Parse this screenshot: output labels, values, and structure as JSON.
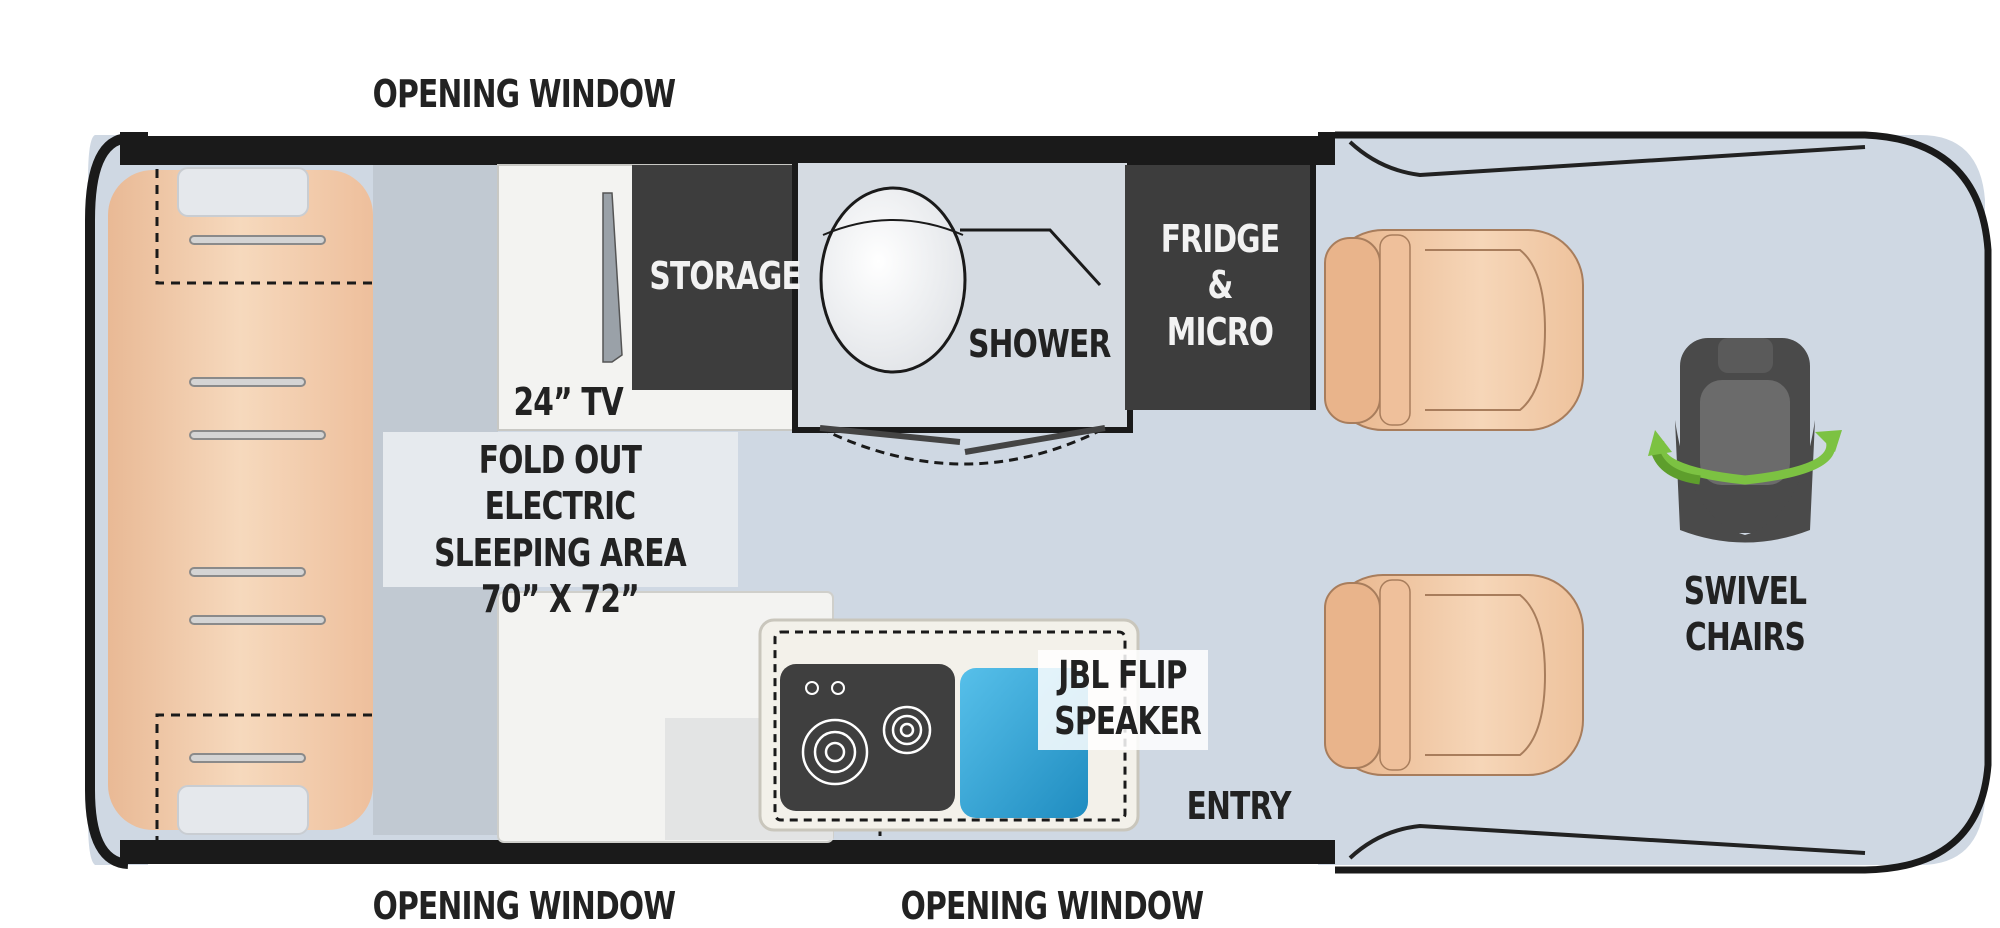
{
  "labels": {
    "window_top": "OPENING WINDOW",
    "window_bottom_left": "OPENING WINDOW",
    "window_bottom_right": "OPENING WINDOW",
    "storage": "STORAGE",
    "tv": "24” TV",
    "shower": "SHOWER",
    "fridge_line1": "FRIDGE",
    "fridge_line2": "&",
    "fridge_line3": "MICRO",
    "sleeping_line1": "FOLD OUT ELECTRIC",
    "sleeping_line2": "SLEEPING AREA",
    "sleeping_line3": "70” X 72”",
    "speaker_line1": "JBL FLIP",
    "speaker_line2": "SPEAKER",
    "entry": "ENTRY",
    "swivel_line1": "SWIVEL",
    "swivel_line2": "CHAIRS"
  },
  "icons": [
    "cooktop-icon",
    "sink-icon",
    "toilet-icon",
    "swivel-seat-icon",
    "captain-chair-icon"
  ],
  "colors": {
    "floor": "#cfd8e3",
    "wall": "#1a1a1a",
    "dark_cabinet": "#3d3d3d",
    "bed": "#f0cba8",
    "seat": "#f1c9a3",
    "counter": "#f3f1ea",
    "sink": "#3aa6d8",
    "swivel_arrow": "#7cc242"
  }
}
